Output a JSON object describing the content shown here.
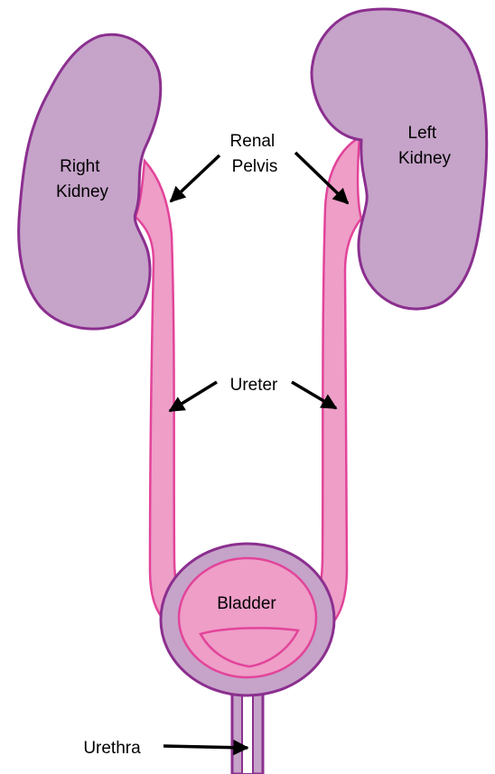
{
  "labels": {
    "right_kidney": [
      "Right",
      "Kidney"
    ],
    "left_kidney": [
      "Left",
      "Kidney"
    ],
    "renal_pelvis": [
      "Renal",
      "Pelvis"
    ],
    "ureter": "Ureter",
    "bladder": "Bladder",
    "urethra": "Urethra"
  },
  "colors": {
    "kidney_fill": "#c6a3c9",
    "kidney_outline": "#8b2f8f",
    "ureter_fill": "#ee9ec7",
    "ureter_outline": "#e2449a",
    "bladder_outer_fill": "#c6a3c9",
    "bladder_outline": "#8b2f8f",
    "bladder_inner_fill": "#ee9ec7",
    "arrow": "#000000"
  }
}
